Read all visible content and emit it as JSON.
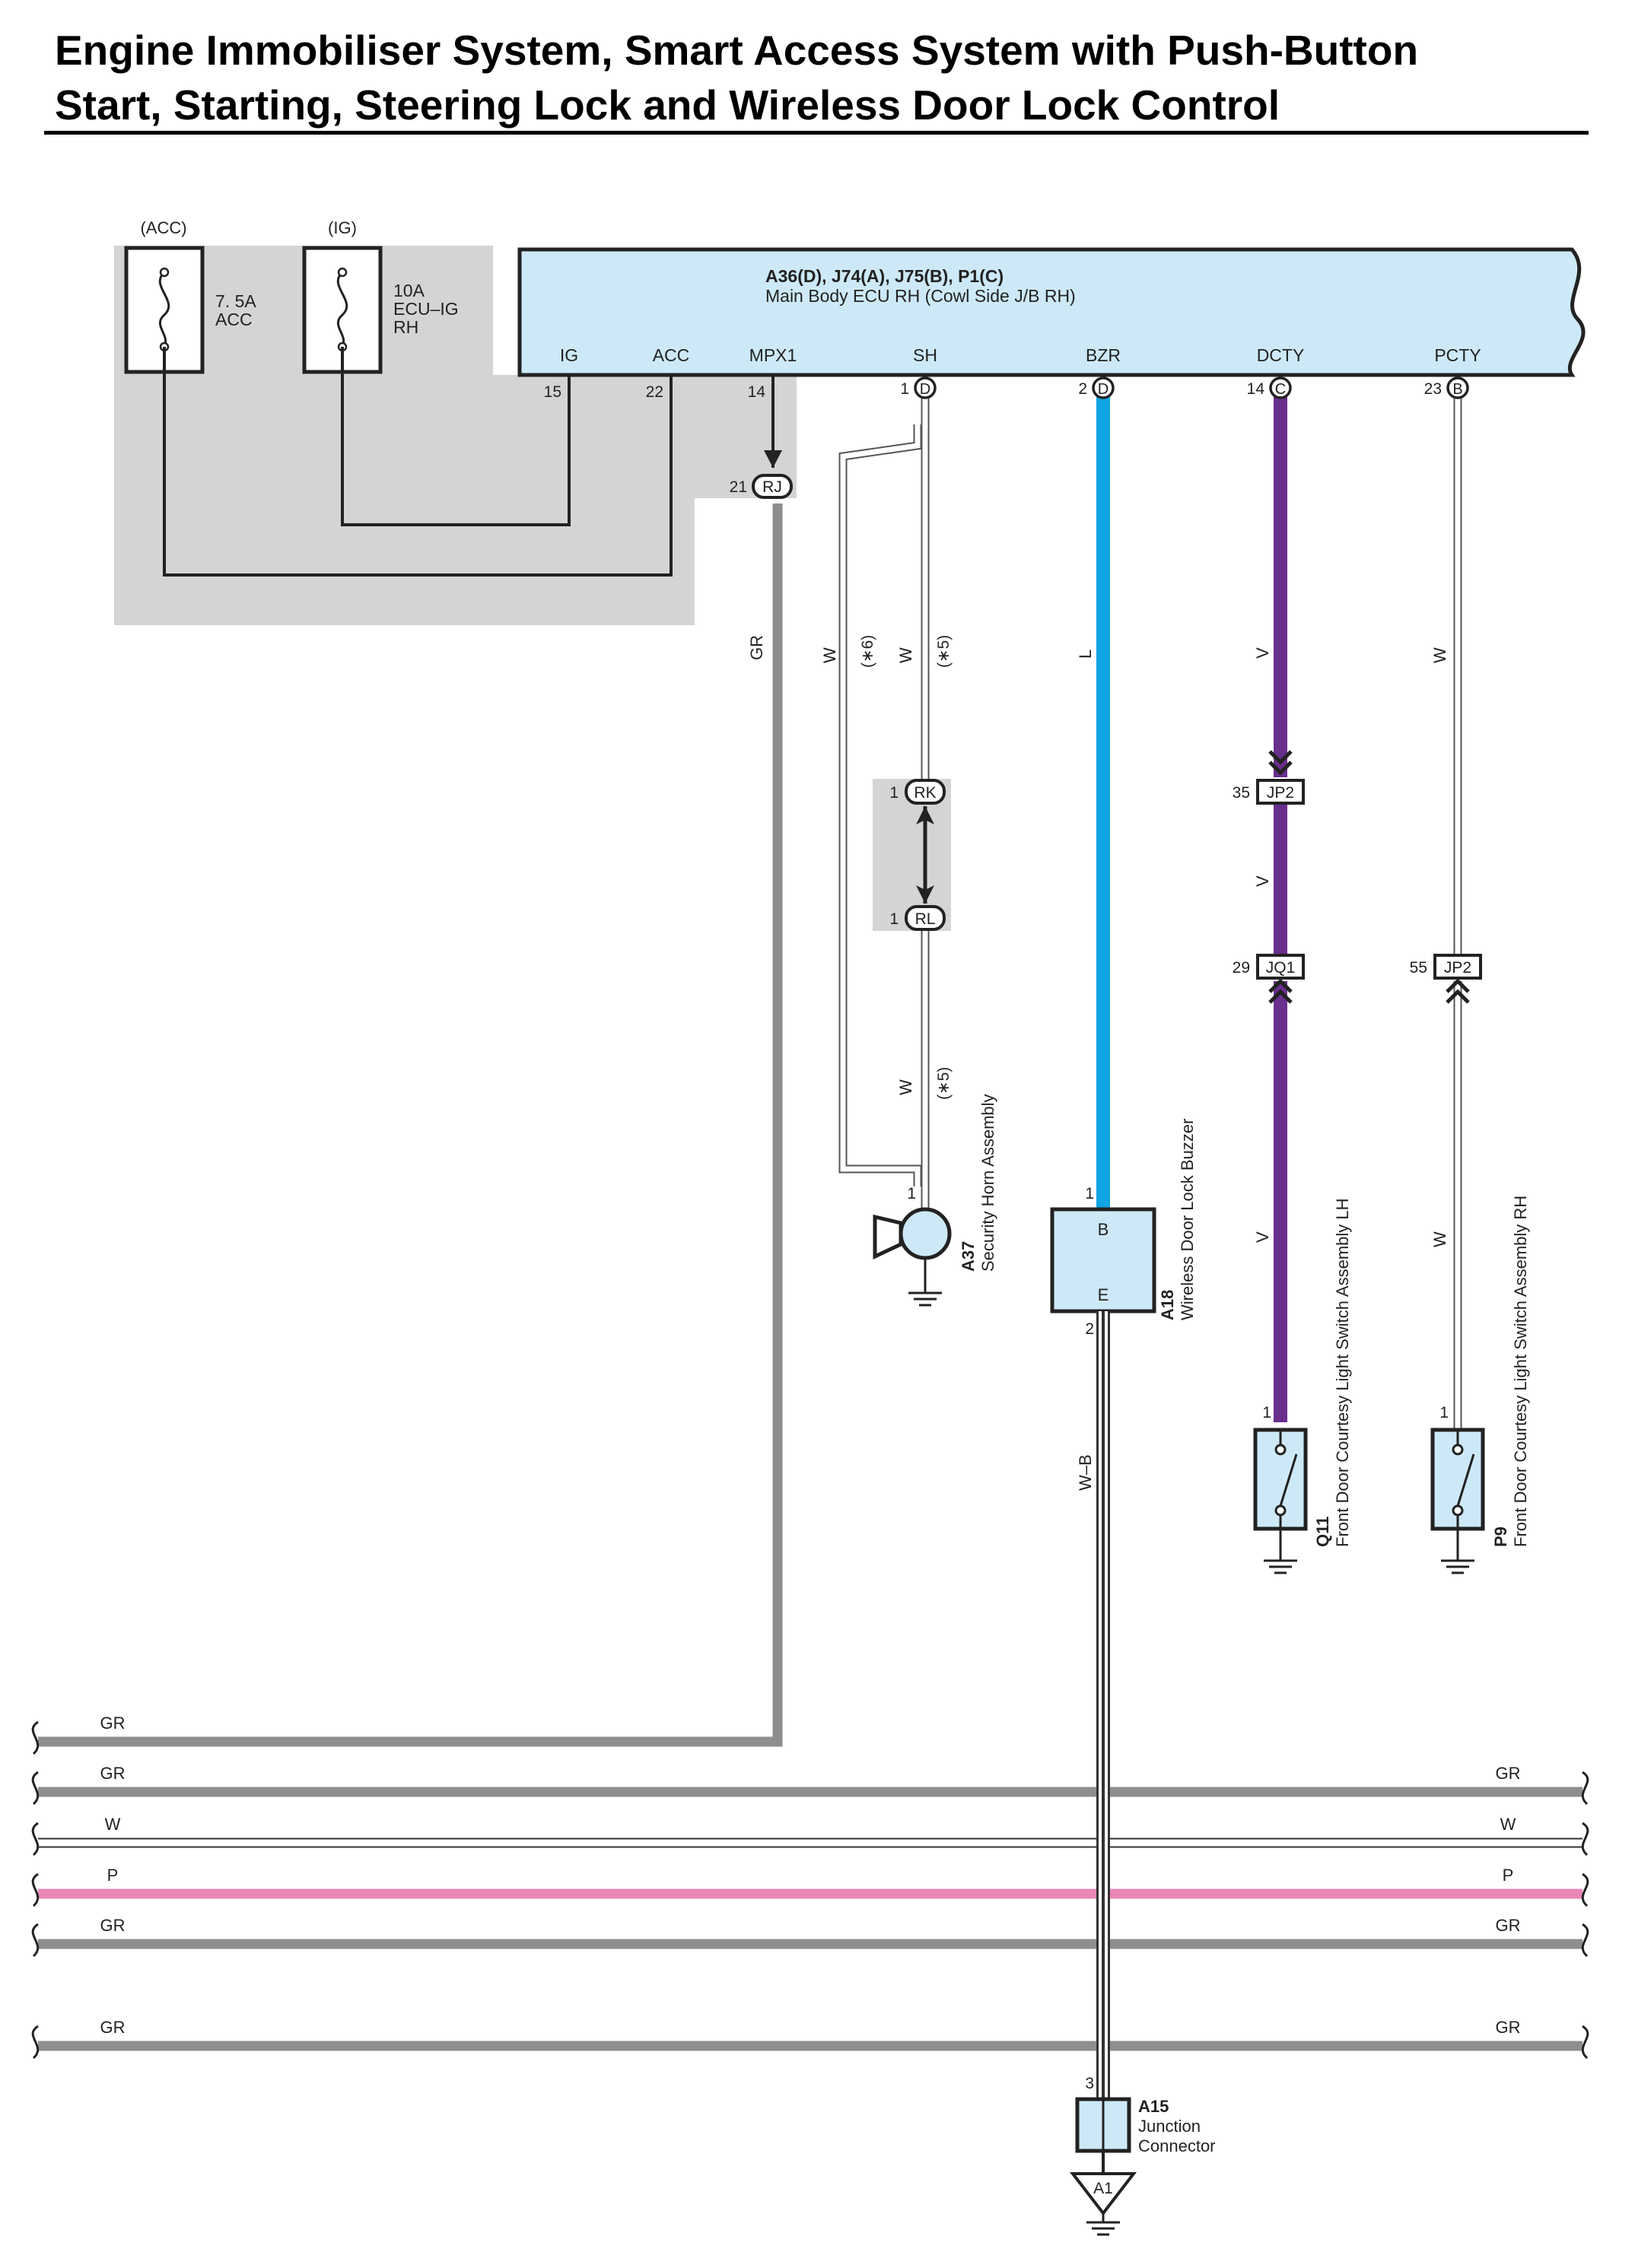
{
  "title": {
    "line1": "Engine Immobiliser System, Smart Access System with Push-Button",
    "line2": "Start, Starting, Steering Lock and Wireless Door Lock Control"
  },
  "colors": {
    "ecu_fill": "#cde9f7",
    "shade": "#d4d4d6",
    "wire_gr": "#8e8e90",
    "wire_l": "#0fa4e3",
    "wire_v": "#6a2e8e",
    "wire_p": "#e986b8",
    "wire_w": "#ffffff",
    "comp_fill": "#cde9f7"
  },
  "fuses": [
    {
      "header": "(ACC)",
      "rating": "7. 5A",
      "name": "ACC",
      "name2": ""
    },
    {
      "header": "(IG)",
      "rating": "10A",
      "name": "ECU–IG",
      "name2": "RH"
    }
  ],
  "ecu": {
    "connectors": "A36(D), J74(A), J75(B), P1(C)",
    "name": "Main Body ECU RH (Cowl Side J/B RH)",
    "pins": [
      {
        "label": "IG",
        "num": "15",
        "conn": ""
      },
      {
        "label": "ACC",
        "num": "22",
        "conn": ""
      },
      {
        "label": "MPX1",
        "num": "14",
        "conn": ""
      },
      {
        "label": "SH",
        "num": "1",
        "conn": "D"
      },
      {
        "label": "BZR",
        "num": "2",
        "conn": "D"
      },
      {
        "label": "DCTY",
        "num": "14",
        "conn": "C"
      },
      {
        "label": "PCTY",
        "num": "23",
        "conn": "B"
      }
    ]
  },
  "junctions": {
    "rj": {
      "num": "21",
      "id": "RJ"
    },
    "rk": {
      "num": "1",
      "id": "RK"
    },
    "rl": {
      "num": "1",
      "id": "RL"
    },
    "jp2_left": {
      "num": "35",
      "id": "JP2"
    },
    "jq1": {
      "num": "29",
      "id": "JQ1"
    },
    "jp2_right": {
      "num": "55",
      "id": "JP2"
    }
  },
  "wire_labels": {
    "gr": "GR",
    "w_sh1": "W",
    "n6": "(∗6)",
    "w_sh2": "W",
    "n5a": "(∗5)",
    "w_sh3": "W",
    "n5b": "(∗5)",
    "l": "L",
    "v1": "V",
    "v2": "V",
    "v3": "V",
    "w_p1": "W",
    "w_p2": "W",
    "wb": "W–B"
  },
  "components": {
    "horn": {
      "pin": "1",
      "code": "A37",
      "name": "Security Horn Assembly"
    },
    "buzzer": {
      "pin_top": "1",
      "pin_b": "B",
      "pin_e": "E",
      "pin_bottom": "2",
      "code": "A18",
      "name": "Wireless Door Lock Buzzer"
    },
    "q11": {
      "pin": "1",
      "code": "Q11",
      "name": "Front Door Courtesy Light Switch Assembly LH"
    },
    "p9": {
      "pin": "1",
      "code": "P9",
      "name": "Front Door Courtesy Light Switch Assembly RH"
    },
    "a15": {
      "pin": "3",
      "code": "A15",
      "name1": "Junction",
      "name2": "Connector",
      "ground": "A1"
    }
  },
  "bus": [
    {
      "left": "GR",
      "right": ""
    },
    {
      "left": "GR",
      "right": "GR"
    },
    {
      "left": "W",
      "right": "W"
    },
    {
      "left": "P",
      "right": "P"
    },
    {
      "left": "GR",
      "right": "GR"
    },
    {
      "left": "GR",
      "right": "GR"
    }
  ]
}
